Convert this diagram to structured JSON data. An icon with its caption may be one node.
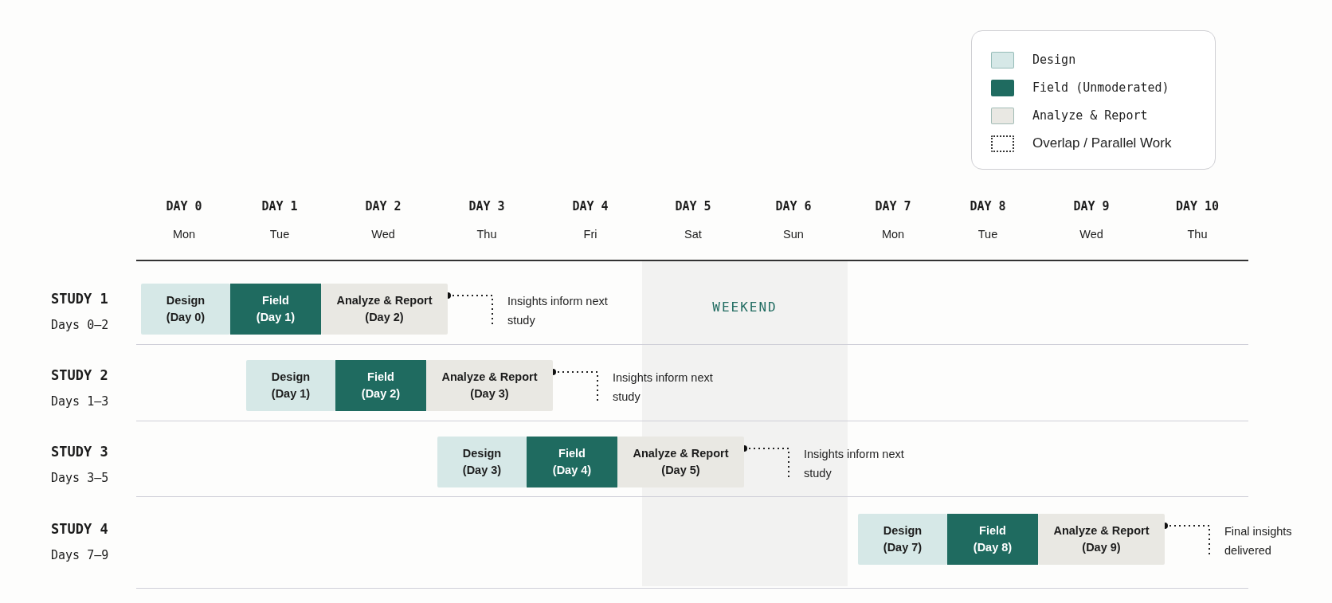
{
  "diagram": {
    "nodes": [
      {
        "text": [
          "WEEKEND"
        ]
      },
      {
        "text": [
          "Design",
          "(Day 0)"
        ]
      },
      {
        "text": [
          "Field",
          "(Day 1)"
        ]
      },
      {
        "text": [
          "Analyze & Report",
          "(Day 2)"
        ]
      },
      {
        "text": [
          "Insights inform next study"
        ]
      },
      {
        "text": [
          "Design",
          "(Day 1)"
        ]
      },
      {
        "text": [
          "Field",
          "(Day 2)"
        ]
      },
      {
        "text": [
          "Analyze & Report",
          "(Day 3)"
        ]
      },
      {
        "text": [
          "Insights inform next study"
        ]
      },
      {
        "text": [
          "Design",
          "(Day 3)"
        ]
      },
      {
        "text": [
          "Field",
          "(Day 4)"
        ]
      },
      {
        "text": [
          "Analyze & Report",
          "(Day 5)"
        ]
      },
      {
        "text": [
          "Insights inform next study"
        ]
      },
      {
        "text": [
          "Design",
          "(Day 7)"
        ]
      },
      {
        "text": [
          "Field",
          "(Day 8)"
        ]
      },
      {
        "text": [
          "Analyze & Report",
          "(Day 9)"
        ]
      },
      {
        "text": [
          "Final insights delivered"
        ]
      }
    ],
    "edges": [
      {
        "from": 3,
        "to": 4,
        "arrow": "other",
        "style": "dashed"
      },
      {
        "from": 7,
        "to": 8,
        "arrow": "other",
        "style": "dashed"
      },
      {
        "from": 11,
        "to": 12,
        "arrow": "other",
        "style": "dashed"
      },
      {
        "from": 15,
        "to": 16,
        "arrow": "other",
        "style": "dashed"
      }
    ],
    "labels": [
      "DAY 0",
      "DAY 1",
      "DAY 2",
      "DAY 3",
      "DAY 4",
      "DAY 5",
      "DAY 6",
      "DAY 7",
      "DAY 8",
      "DAY 9",
      "DAY 10",
      "Mon",
      "Tue",
      "Wed",
      "Thu",
      "Fri",
      "Sat",
      "Sun",
      "Mon",
      "Tue",
      "Wed",
      "Thu",
      "STUDY 1",
      "Days 0–2",
      "STUDY 2",
      "Days 1–3",
      "STUDY 3",
      "Days 3–5",
      "STUDY 4",
      "Days 7–9"
    ],
    "legend": [
      {
        "text": "Design",
        "color": "#d6e8e7"
      },
      {
        "text": "Field (Unmoderated)",
        "color": "#1f6b60"
      },
      {
        "text": "Analyze & Report",
        "color": "#e9e8e3"
      },
      {
        "text": "Overlap / Parallel Work"
      }
    ]
  }
}
